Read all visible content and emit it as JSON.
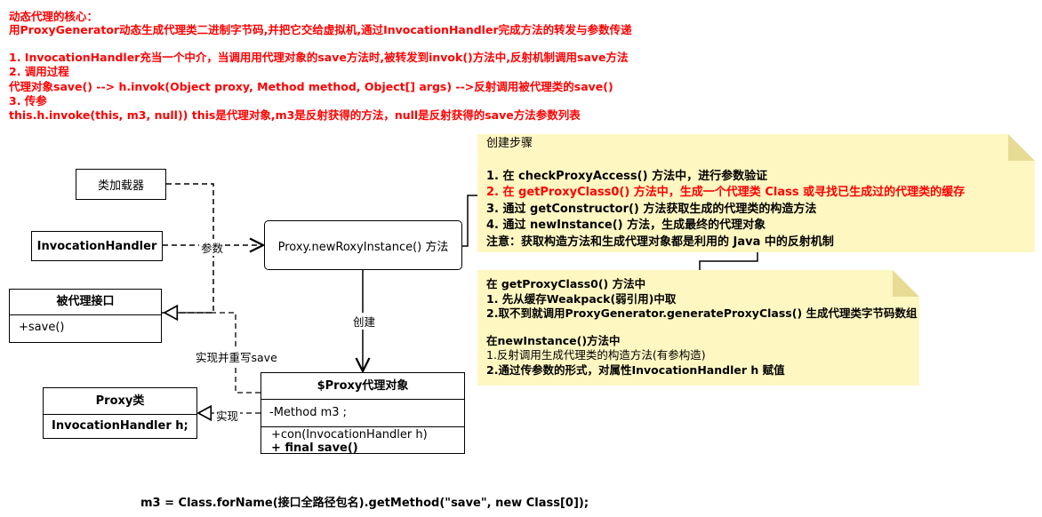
{
  "header": {
    "title": "动态代理的核心：",
    "line1": "用ProxyGenerator动态生成代理类二进制字节码,并把它交给虚拟机,通过InvocationHandler完成方法的转发与参数传递",
    "line2": "1. InvocationHandler充当一个中介，当调用用代理对象的save方法时,被转发到invok()方法中,反射机制调用save方法",
    "line3": "2. 调用过程",
    "line4": "代理对象save() --> h.invok(Object proxy, Method method, Object[] args) -->反射调用被代理类的save()",
    "line5": "3. 传参",
    "line6": "this.h.invoke(this, m3, null))   this是代理对象,m3是反射获得的方法，null是反射获得的save方法参数列表"
  },
  "nodes": {
    "classloader": "类加载器",
    "invocation_handler": "InvocationHandler",
    "interface_title": "被代理接口",
    "interface_method": "+save()",
    "proxy_method": "Proxy.newRoxyInstance()  方法",
    "proxy_class_title": "Proxy类",
    "proxy_class_field": "InvocationHandler h;",
    "dollar_proxy_title": "$Proxy代理对象",
    "dollar_proxy_field": "-Method m3 ;",
    "dollar_proxy_m1": "+con(InvocationHandler h)",
    "dollar_proxy_m2": "+ final save()"
  },
  "labels": {
    "param": "参数",
    "create": "创建",
    "implement_override": "实现并重写save",
    "implement": "实现"
  },
  "note1": {
    "title": "创建步骤",
    "step1": "1. 在 checkProxyAccess() 方法中，进行参数验证",
    "step2": "2. 在 getProxyClass0() 方法中，生成一个代理类 Class 或寻找已生成过的代理类的缓存",
    "step3": "3. 通过 getConstructor() 方法获取生成的代理类的构造方法",
    "step4": "4. 通过 newInstance() 方法，生成最终的代理对象",
    "note": "注意：获取构造方法和生成代理对象都是利用的 Java 中的反射机制"
  },
  "note2": {
    "line1": "在 getProxyClass0() 方法中",
    "line2": "1. 先从缓存Weakpack(弱引用)中取",
    "line3": "2.取不到就调用ProxyGenerator.generateProxyClass() 生成代理类字节码数组",
    "line4": "在newInstance()方法中",
    "line5": "1.反射调用生成代理类的构造方法(有参构造)",
    "line6": "2.通过传参数的形式，对属性InvocationHandler h 赋值"
  },
  "footer": "m3 = Class.forName(接口全路径包名).getMethod(\"save\", new Class[0]);"
}
